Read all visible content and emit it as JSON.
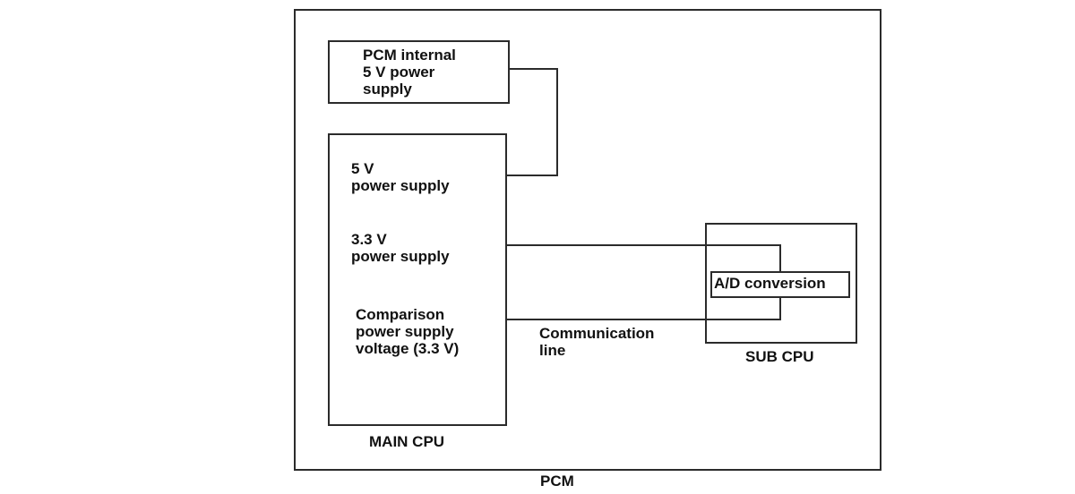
{
  "diagram": {
    "outer_box": {
      "label": "PCM"
    },
    "internal_supply_box": {
      "lines": [
        "PCM internal",
        "5 V power",
        "supply"
      ]
    },
    "main_cpu_box": {
      "label": "MAIN CPU",
      "supply_5v": [
        "5 V",
        "power supply"
      ],
      "supply_3v3": [
        "3.3 V",
        "power supply"
      ],
      "comparison": [
        "Comparison",
        "power supply",
        "voltage (3.3 V)"
      ]
    },
    "sub_cpu_box": {
      "label": "SUB CPU"
    },
    "ad_box": {
      "label": "A/D conversion"
    },
    "communication_label": [
      "Communication",
      "line"
    ],
    "colors": {
      "line": "#2b2b2b",
      "text": "#111111",
      "background": "#ffffff"
    }
  }
}
